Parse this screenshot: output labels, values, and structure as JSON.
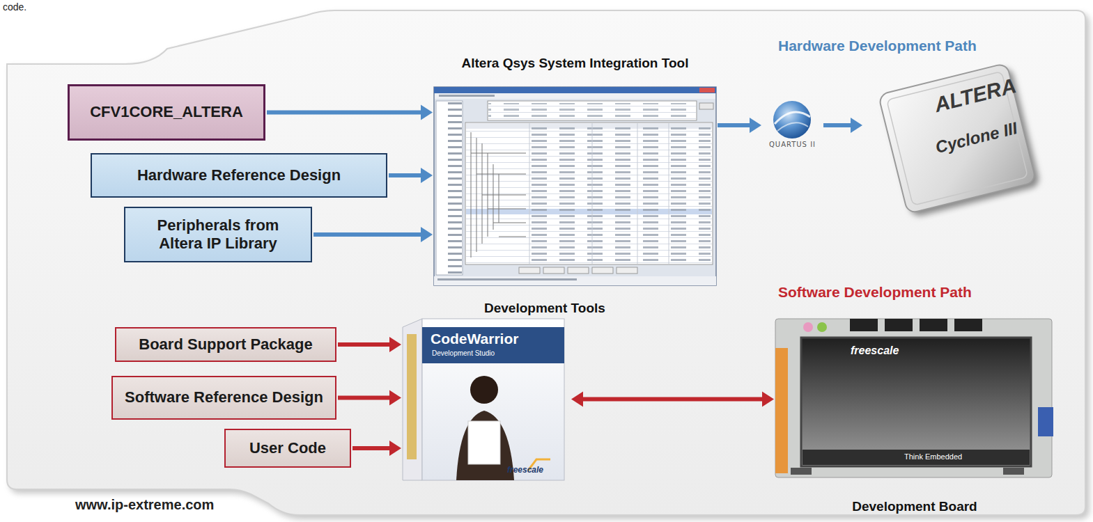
{
  "diagram": {
    "nodes": [
      {
        "text": [
          "CFV1CORE_ALTERA"
        ]
      },
      {
        "text": [
          "Hardware Reference Design"
        ]
      },
      {
        "text": [
          "Peripherals from Altera IP Library"
        ]
      },
      {
        "text": [
          "Altera Qsys System Integration Tool"
        ]
      },
      {
        "text": [
          "QUARTUS II"
        ]
      },
      {
        "text": [
          "ALTERA",
          "Cyclone III"
        ]
      },
      {
        "text": [
          "Board Support Package"
        ]
      },
      {
        "text": [
          "Software Reference Design"
        ]
      },
      {
        "text": [
          "User Code"
        ]
      },
      {
        "text": [
          "Development Tools",
          "CodeWarrior",
          "Development Studio",
          "freescale"
        ]
      },
      {
        "text": [
          "Development Board",
          "freescale",
          "Think Embedded"
        ]
      }
    ],
    "edges": [
      {
        "from": 0,
        "to": 3,
        "arrow": "to"
      },
      {
        "from": 1,
        "to": 3,
        "arrow": "to"
      },
      {
        "from": 2,
        "to": 3,
        "arrow": "to"
      },
      {
        "from": 3,
        "to": 4,
        "arrow": "to"
      },
      {
        "from": 4,
        "to": 5,
        "arrow": "to"
      },
      {
        "from": 6,
        "to": 9,
        "arrow": "to"
      },
      {
        "from": 7,
        "to": 9,
        "arrow": "to"
      },
      {
        "from": 8,
        "to": 9,
        "arrow": "to"
      },
      {
        "from": 9,
        "to": 10,
        "arrow": "both"
      }
    ],
    "labels": [
      "code.",
      "Hardware Development Path",
      "Software Development Path",
      "www.ip-extreme.com"
    ]
  }
}
